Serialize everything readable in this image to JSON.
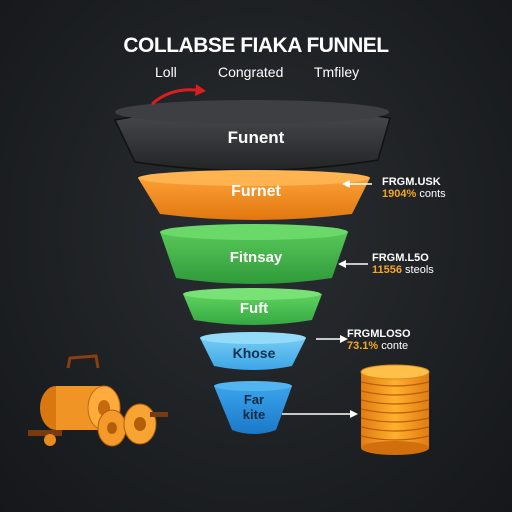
{
  "title": "COLLABSE FIAKA FUNNEL",
  "subtitles": [
    "Loll",
    "Congrated",
    "Tmfiley"
  ],
  "stages": [
    {
      "label": "Funent",
      "color": "#2f3133"
    },
    {
      "label": "Furnet",
      "color": "#f28a1c"
    },
    {
      "label": "Fitnsay",
      "color": "#3fae46"
    },
    {
      "label": "Fuft",
      "color": "#3fbf4a"
    },
    {
      "label": "Khose",
      "color": "#4cb4ee"
    },
    {
      "label": "Far kite",
      "color": "#1f8fd6"
    }
  ],
  "annotations": [
    {
      "line1": "FRGM.USK",
      "pct": "1904%",
      "desc": "conts"
    },
    {
      "line1": "FRGM.L5O",
      "pct": "11556",
      "desc": "steols"
    },
    {
      "line1": "FRGMLOSO",
      "pct": "73.1%",
      "desc": "conte"
    }
  ]
}
